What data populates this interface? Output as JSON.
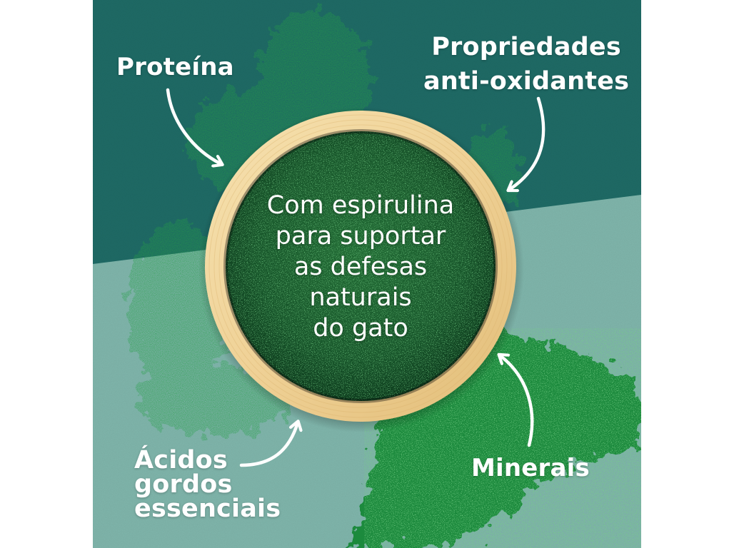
{
  "image": {
    "background_colors": {
      "dark_teal": "#1f6b66",
      "light_teal": "#80b6ac",
      "powder_green": "#1f8a3e",
      "powder_dark": "#14502a",
      "bowl_rim_light": "#f3dca6",
      "bowl_rim_dark": "#dfb872",
      "text": "#ffffff"
    }
  },
  "center": {
    "lines": [
      "Com espirulina",
      "para suportar",
      "as defesas",
      "naturais",
      "do gato"
    ]
  },
  "callouts": {
    "top_left": {
      "lines": [
        "Proteína"
      ],
      "arrow": "arrow-icon"
    },
    "top_right": {
      "lines": [
        "Propriedades",
        "anti-oxidantes"
      ],
      "arrow": "arrow-icon"
    },
    "bottom_left": {
      "lines": [
        "Ácidos",
        "gordos",
        "essenciais"
      ],
      "arrow": "arrow-icon"
    },
    "bottom_right": {
      "lines": [
        "Minerais"
      ],
      "arrow": "arrow-icon"
    }
  }
}
